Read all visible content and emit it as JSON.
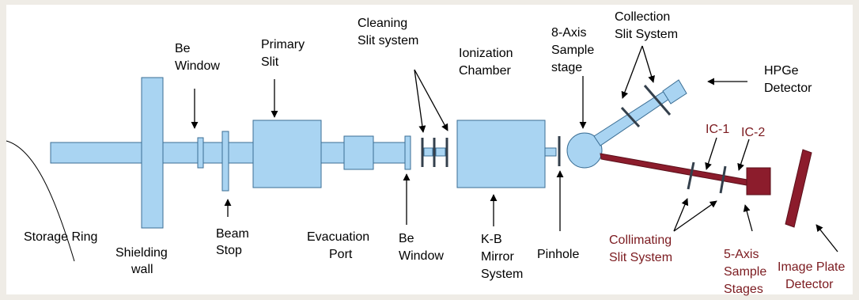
{
  "colors": {
    "component_fill": "#a9d4f2",
    "component_stroke": "#3b6e94",
    "dark_line": "#34404c",
    "sample_beam": "#8c1c2c",
    "label_default": "#000000",
    "label_sample": "#7b1a1f",
    "background": "#ffffff",
    "frame": "#efece6"
  },
  "labels": {
    "storage_ring": "Storage Ring",
    "shielding_wall": [
      "Shielding",
      "wall"
    ],
    "be_window_1": [
      "Be",
      "Window"
    ],
    "beam_stop": [
      "Beam",
      "Stop"
    ],
    "primary_slit": [
      "Primary",
      "Slit"
    ],
    "evacuation_port": [
      "Evacuation",
      "Port"
    ],
    "cleaning_slit": [
      "Cleaning",
      "Slit system"
    ],
    "be_window_2": [
      "Be",
      "Window"
    ],
    "ionization_chamber": [
      "Ionization",
      "Chamber"
    ],
    "kb_mirror": [
      "K-B",
      "Mirror",
      "System"
    ],
    "pinhole": "Pinhole",
    "sample_stage_8axis": [
      "8-Axis",
      "Sample",
      "stage"
    ],
    "collection_slit": [
      "Collection",
      "Slit System"
    ],
    "hpge_detector": [
      "HPGe",
      "Detector"
    ],
    "ic1": "IC-1",
    "ic2": "IC-2",
    "collimating_slit": [
      "Collimating",
      "Slit System"
    ],
    "sample_stages_5axis": [
      "5-Axis",
      "Sample",
      "Stages"
    ],
    "image_plate": [
      "Image Plate",
      "Detector"
    ]
  }
}
